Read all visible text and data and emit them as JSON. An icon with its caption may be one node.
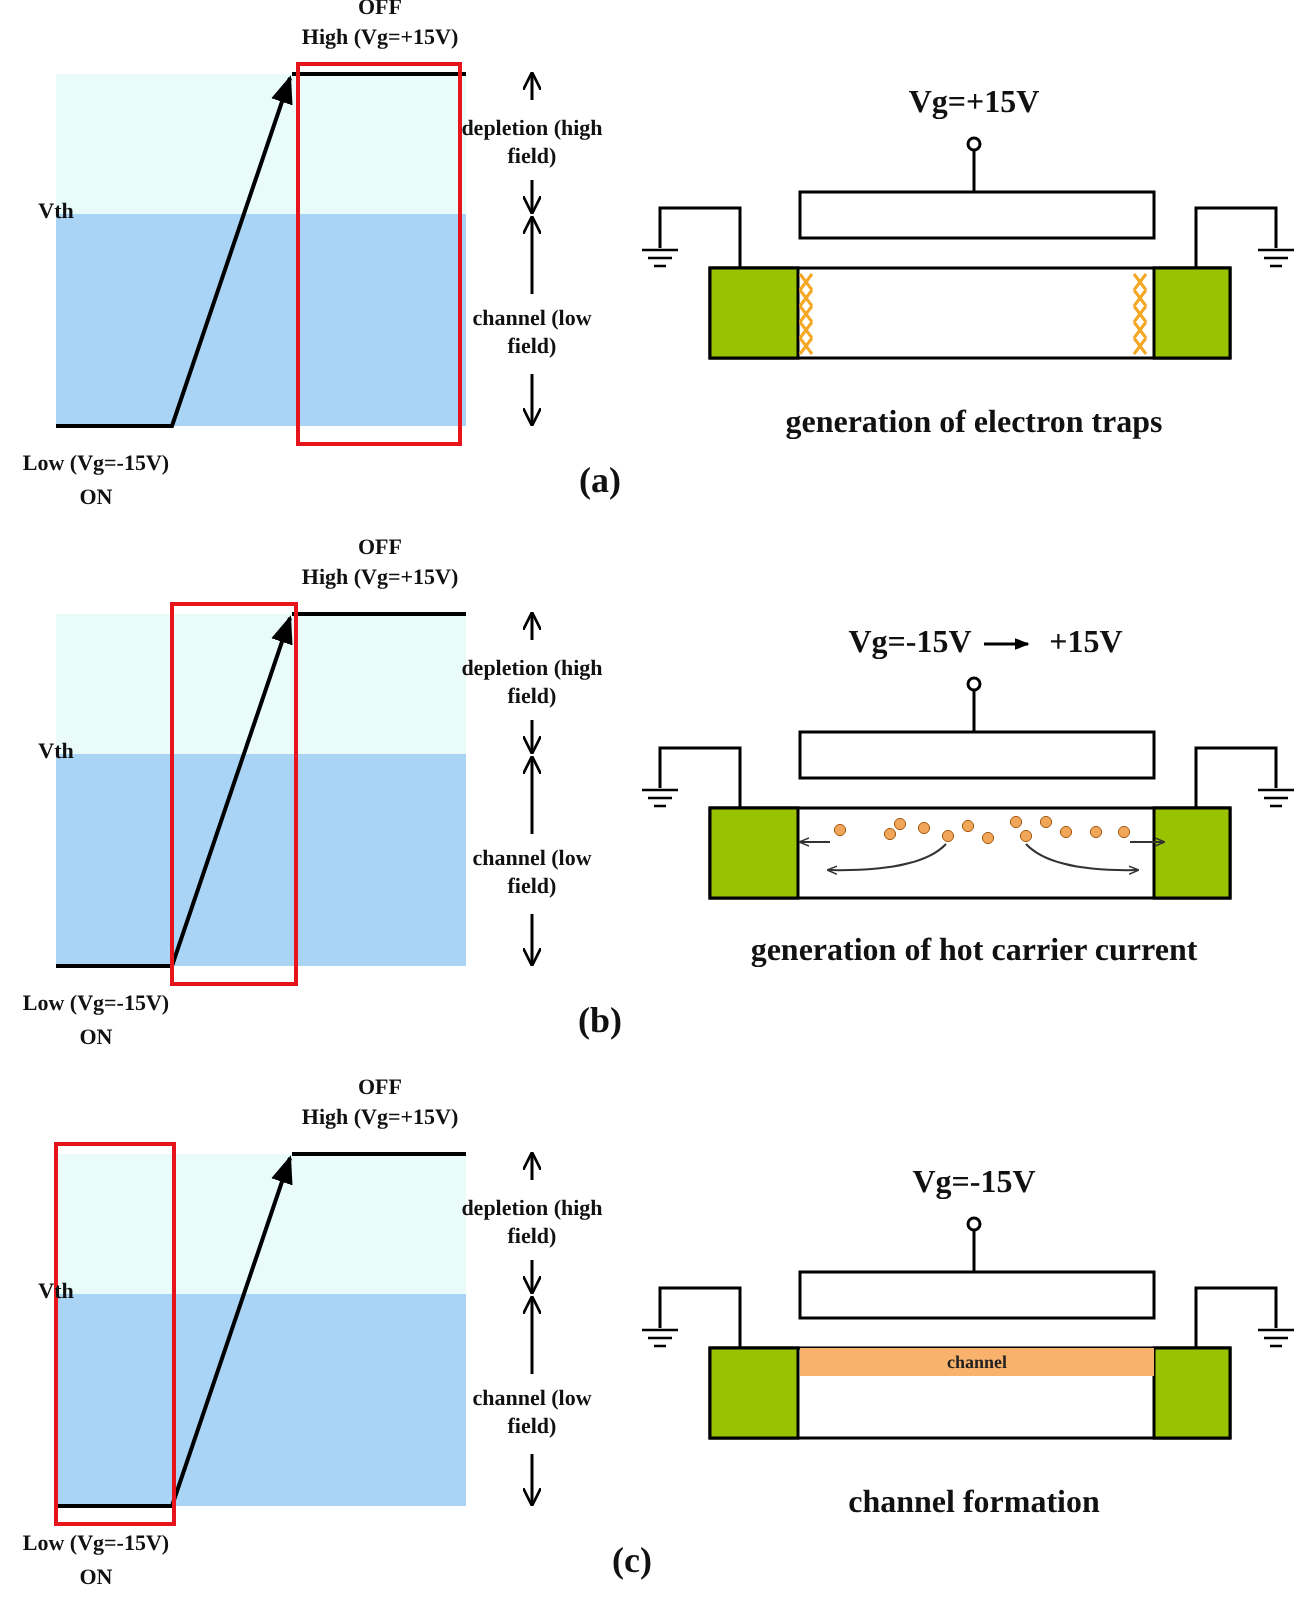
{
  "diagram": {
    "nodes": [
      {
        "text": [
          "channel"
        ]
      }
    ],
    "labels": [
      "OFF",
      "High (Vg=+15V)",
      "Vg=+15V",
      "depletion (high field)",
      "Vth",
      "channel (low field)",
      "generation of electron traps",
      "Low (Vg=-15V)",
      "ON",
      "(a)",
      "OFF",
      "High (Vg=+15V)",
      "Vg=-15V",
      "+15V",
      "depletion (high field)",
      "Vth",
      "channel (low field)",
      "generation of hot carrier current",
      "Low (Vg=-15V)",
      "ON",
      "(b)",
      "OFF",
      "High (Vg=+15V)",
      "Vg=-15V",
      "depletion (high field)",
      "Vth",
      "channel (low field)",
      "channel formation",
      "Low (Vg=-15V)",
      "ON",
      "(c)"
    ]
  }
}
